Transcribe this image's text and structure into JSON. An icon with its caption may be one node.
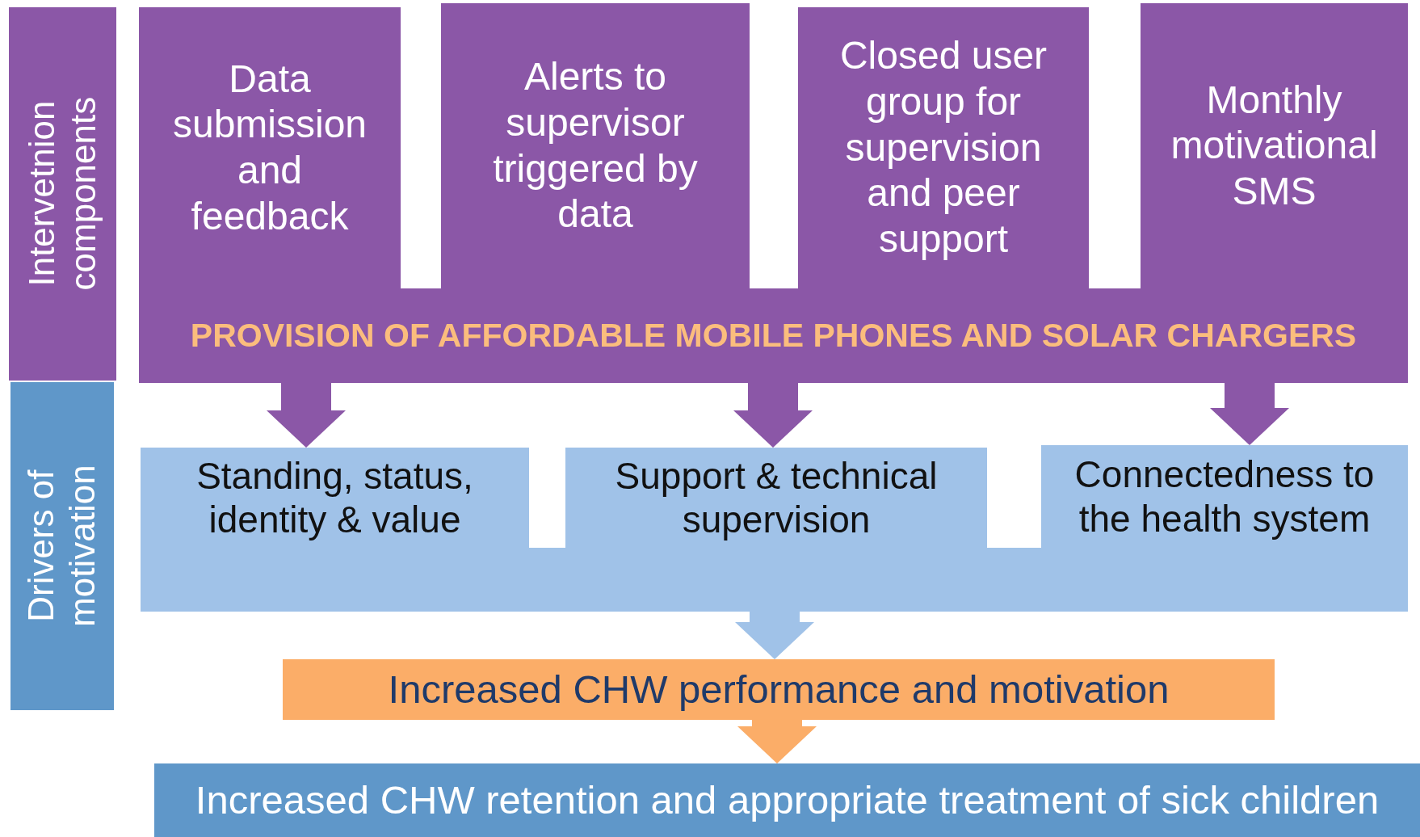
{
  "diagram": {
    "nodes": [
      {
        "text": [
          "Intervetnion components"
        ]
      },
      {
        "text": [
          "Data submission and feedback"
        ]
      },
      {
        "text": [
          "Alerts to supervisor triggered by data"
        ]
      },
      {
        "text": [
          "Closed user group for supervision and peer support"
        ]
      },
      {
        "text": [
          "Monthly motivational SMS"
        ]
      },
      {
        "text": [
          "PROVISION OF AFFORDABLE MOBILE PHONES AND SOLAR CHARGERS"
        ]
      },
      {
        "text": [
          "Drivers of motivation"
        ]
      },
      {
        "text": [
          "Standing, status, identity & value"
        ]
      },
      {
        "text": [
          "Support & technical supervision"
        ]
      },
      {
        "text": [
          "Connectedness to the health system"
        ]
      },
      {
        "text": [],
        "shape": "bar"
      },
      {
        "text": [
          "Increased CHW performance and motivation"
        ]
      },
      {
        "text": [
          "Increased CHW retention and appropriate treatment of sick children"
        ]
      }
    ],
    "edges": [
      {
        "from": 5,
        "to": 7,
        "arrow": "to"
      },
      {
        "from": 5,
        "to": 8,
        "arrow": "to"
      },
      {
        "from": 5,
        "to": 9,
        "arrow": "to"
      },
      {
        "from": 10,
        "to": 11,
        "arrow": "to",
        "color": "#a0c2e8"
      },
      {
        "from": 11,
        "to": 12,
        "arrow": "to",
        "color": "#fbad68"
      }
    ]
  }
}
